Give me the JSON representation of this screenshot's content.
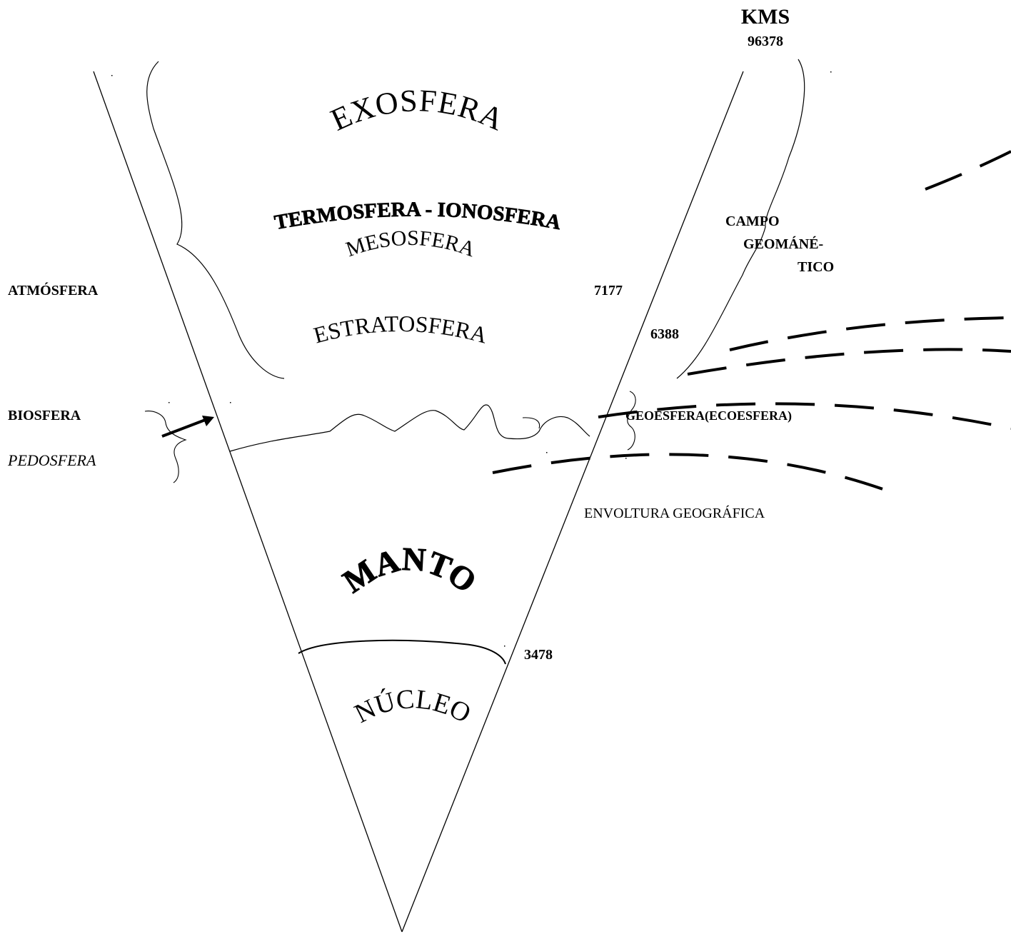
{
  "header": {
    "unit_label": "KMS",
    "top_value": "96378"
  },
  "layers": {
    "exosfera": "EXOSFERA",
    "termosfera": "TERMOSFERA - IONOSFERA",
    "mesosfera": "MESOSFERA",
    "estratosfera": "ESTRATOSFERA",
    "manto": "MANTO",
    "nucleo": "NÚCLEO"
  },
  "left_labels": {
    "atmosfera": "ATMÓSFERA",
    "biosfera": "BIOSFERA",
    "pedosfera": "PEDOSFERA"
  },
  "right_labels": {
    "campo_line1": "CAMPO",
    "campo_line2": "GEOMÁNÉ-",
    "campo_line3": "TICO",
    "geoesfera": "GEOESFERA(ECOESFERA)",
    "envoltura": "ENVOLTURA GEOGRÁFICA"
  },
  "values": {
    "v7177": "7177",
    "v6388": "6388",
    "v3478": "3478"
  },
  "colors": {
    "ink": "#000000",
    "background": "#ffffff"
  }
}
